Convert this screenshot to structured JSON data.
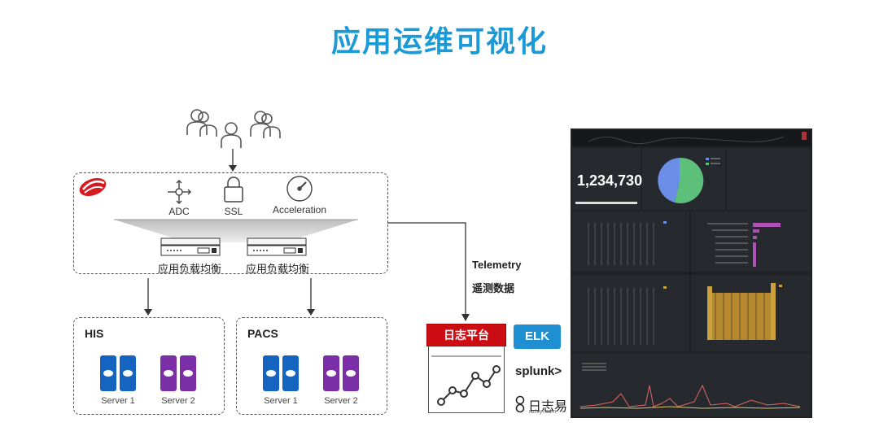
{
  "title": "应用运维可视化",
  "features": {
    "adc": "ADC",
    "ssl": "SSL",
    "acceleration": "Acceleration"
  },
  "load_balancers": [
    "应用负载均衡",
    "应用负载均衡"
  ],
  "groups": [
    {
      "name": "HIS",
      "servers": [
        "Server 1",
        "Server 2"
      ]
    },
    {
      "name": "PACS",
      "servers": [
        "Server 1",
        "Server 2"
      ]
    }
  ],
  "telemetry": {
    "label_en": "Telemetry",
    "label_zh": "遥测数据"
  },
  "log_platform": "日志平台",
  "tools": {
    "elk": "ELK",
    "splunk": "splunk>",
    "rizhiyi": "日志易",
    "rizhiyi_url": "rizhiyi.com"
  },
  "dashboard": {
    "big_number": "1,234,730"
  },
  "colors": {
    "title": "#1a9ad6",
    "server_blue": "#1565c0",
    "server_purple": "#7b2fa6",
    "log_red": "#cc0d14",
    "elk_blue": "#1e8fd0",
    "dash_bg": "#1f2124"
  }
}
